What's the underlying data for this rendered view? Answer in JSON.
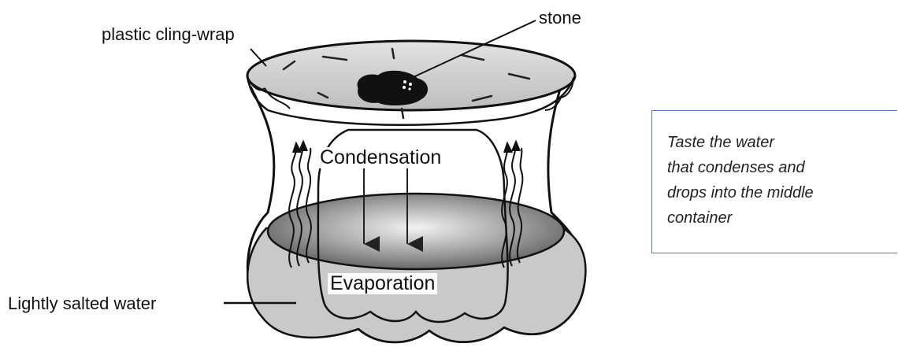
{
  "labels": {
    "cling_wrap": "plastic cling-wrap",
    "stone": "stone",
    "condensation": "Condensation",
    "evaporation": "Evaporation",
    "salted_water": "Lightly salted water"
  },
  "note": {
    "lines": [
      "Taste the water",
      "that condenses and",
      "drops into the middle",
      "container"
    ]
  },
  "colors": {
    "note_border": "#4a7fb8",
    "water_fill": "#c9c9c9",
    "line": "#111111"
  }
}
